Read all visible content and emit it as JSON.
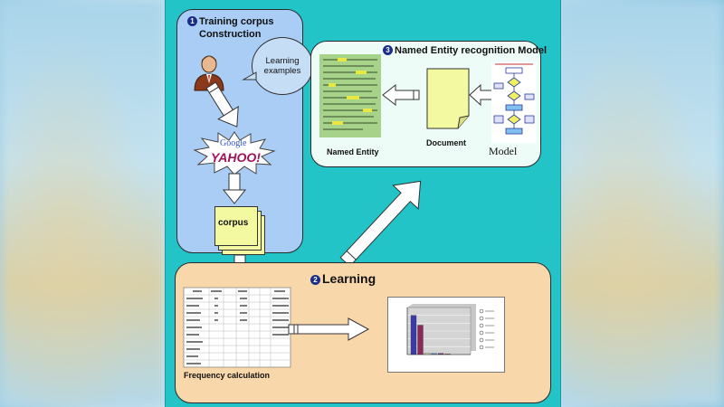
{
  "training": {
    "number": "1",
    "title_line1": "Training corpus",
    "title_line2": "Construction",
    "bubble_text": "Learning examples",
    "corpus_label": "corpus"
  },
  "search_logos": {
    "google": "Google",
    "yahoo": "YAHOO!"
  },
  "ner": {
    "number": "3",
    "title": "Named Entity recognition Model",
    "named_entity_label": "Named Entity",
    "document_label": "Document",
    "model_label": "Model"
  },
  "learning": {
    "number": "2",
    "title": "Learning",
    "frequency_label": "Frequency calculation"
  },
  "colors": {
    "canvas": "#23c4c8",
    "training_box": "#a9cdf4",
    "ner_box": "#eefcf7",
    "learning_box": "#f8d7ab",
    "document": "#f3f9a0",
    "number_badge": "#1a2d8a"
  },
  "chart_data": {
    "type": "bar",
    "values": [
      10,
      7.5,
      0.4,
      0.3,
      0.3,
      0.2
    ],
    "series_colors": [
      "#3a3aa8",
      "#8a2a5a",
      "#e0e0c0",
      "#4a8ad0",
      "#6a2a7a",
      "#e07060"
    ],
    "ylim": [
      0,
      12
    ],
    "grid": true,
    "legend_placement": "right"
  }
}
